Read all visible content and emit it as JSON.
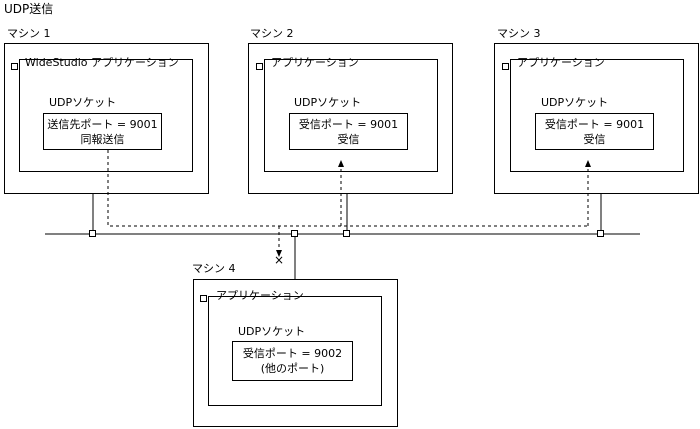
{
  "title": "UDP送信",
  "machines": [
    {
      "label": "マシン 1",
      "app": "WideStudio アプリケーション",
      "socket": "UDPソケット",
      "port": "送信先ポート = 9001",
      "mode": "同報送信"
    },
    {
      "label": "マシン 2",
      "app": "アプリケーション",
      "socket": "UDPソケット",
      "port": "受信ポート = 9001",
      "mode": "受信"
    },
    {
      "label": "マシン 3",
      "app": "アプリケーション",
      "socket": "UDPソケット",
      "port": "受信ポート = 9001",
      "mode": "受信"
    },
    {
      "label": "マシン 4",
      "app": "アプリケーション",
      "socket": "UDPソケット",
      "port": "受信ポート = 9002",
      "mode": "(他のポート)"
    }
  ],
  "blocked_marker": "×"
}
